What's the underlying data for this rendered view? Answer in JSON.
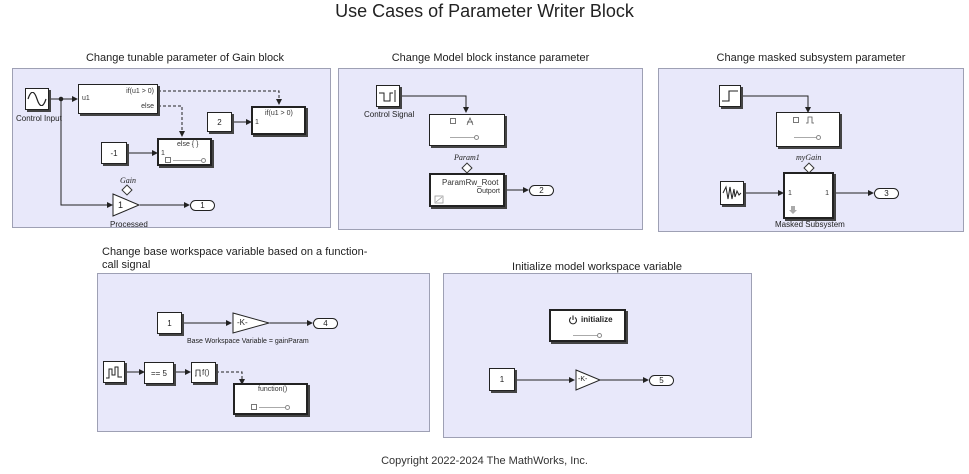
{
  "title": "Use Cases of Parameter Writer Block",
  "copyright": "Copyright 2022-2024 The MathWorks, Inc.",
  "areas": {
    "gain": {
      "title": "Change tunable parameter of Gain block",
      "control_input_label": "Control Input",
      "if_port_u1": "u1",
      "if_cond": "if(u1 > 0)",
      "if_else": "else",
      "const_2": "2",
      "if_action_label": "if(u1 > 0)",
      "port_1": "1",
      "const_neg1": "-1",
      "else_action_label": "else { }",
      "port_1b": "1",
      "param_name": "Gain",
      "gain_block_name": "Processed",
      "outport": "1"
    },
    "model_block": {
      "title": "Change Model block instance parameter",
      "source_label": "Control Signal",
      "param_name": "Param1",
      "model_name": "ParamRw_Root",
      "model_port": "Outport",
      "outport": "2"
    },
    "masked": {
      "title": "Change masked subsystem parameter",
      "param_name": "myGain",
      "subsys_in": "1",
      "subsys_out": "1",
      "subsys_name": "Masked Subsystem",
      "outport": "3"
    },
    "base_ws": {
      "title": "Change base workspace variable based on a function-call signal",
      "const_1": "1",
      "gain_label": "-K-",
      "outport": "4",
      "ws_note": "Base Workspace Variable = gainParam",
      "compare": "== 5",
      "fcn_gen": "f()",
      "fcn_sub": "function()"
    },
    "model_ws": {
      "title": "Initialize model workspace variable",
      "init_label": "initialize",
      "const_1": "1",
      "gain_label": "-K-",
      "outport": "5"
    }
  }
}
